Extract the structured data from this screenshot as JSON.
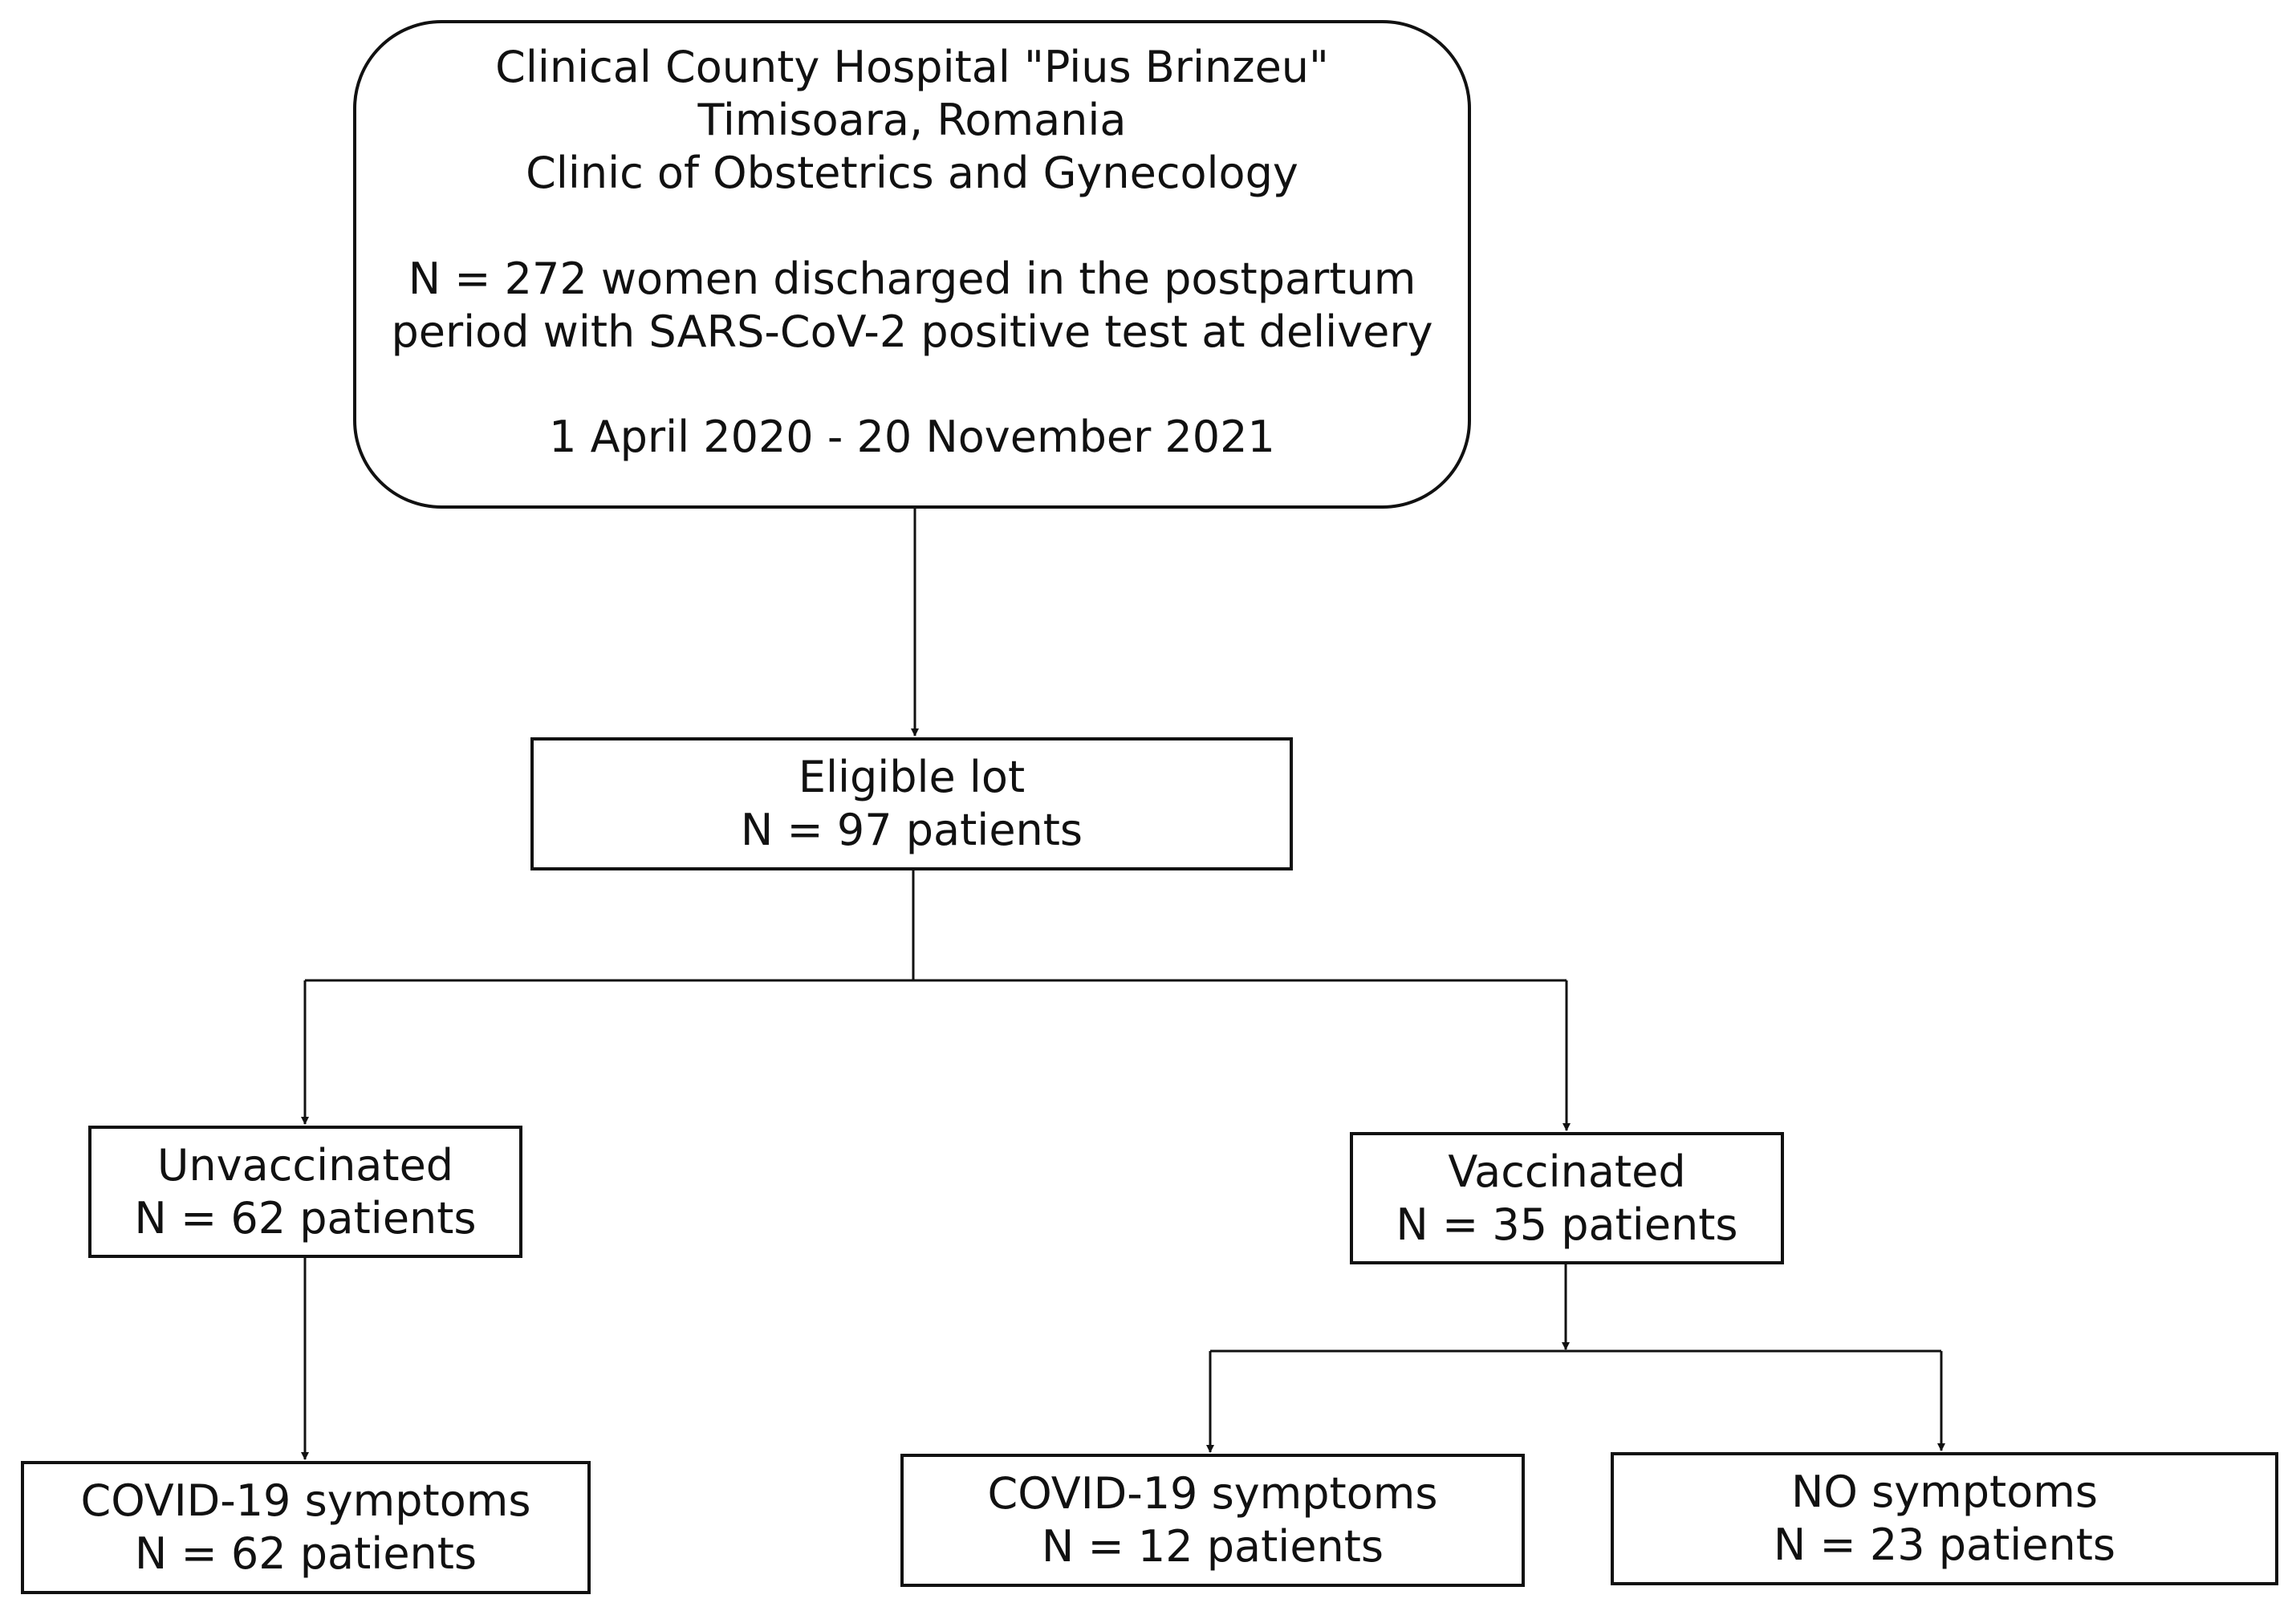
{
  "diagram": {
    "root": {
      "line1": "Clinical County Hospital \"Pius Brinzeu\"",
      "line2": "Timisoara, Romania",
      "line3": "Clinic of Obstetrics and Gynecology",
      "line4": "N = 272 women discharged in the postpartum",
      "line5": "period  with SARS-CoV-2 positive test at delivery",
      "line6": "1 April  2020 - 20 November 2021"
    },
    "eligible": {
      "title": "Eligible lot",
      "count": "N = 97 patients"
    },
    "unvaccinated": {
      "title": "Unvaccinated",
      "count": "N = 62 patients"
    },
    "vaccinated": {
      "title": "Vaccinated",
      "count": "N = 35 patients"
    },
    "unvaccinated_symptoms": {
      "title": "COVID-19 symptoms",
      "count": "N = 62 patients"
    },
    "vaccinated_symptoms": {
      "title": "COVID-19 symptoms",
      "count": "N = 12 patients"
    },
    "vaccinated_no_symptoms": {
      "title": "NO symptoms",
      "count": "N = 23 patients"
    },
    "colors": {
      "stroke": "#111111",
      "background": "#ffffff"
    }
  }
}
